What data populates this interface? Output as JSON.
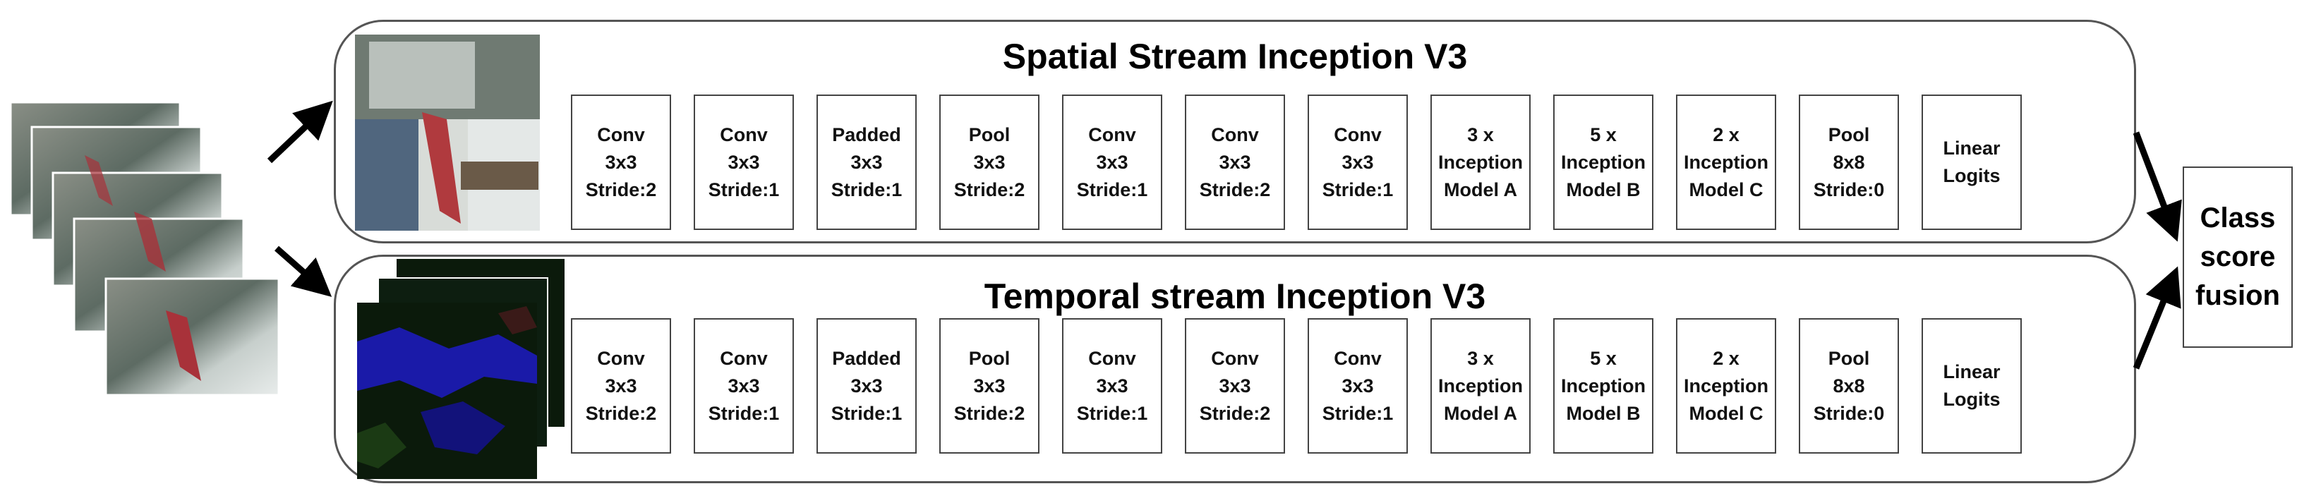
{
  "spatial": {
    "title": "Spatial Stream Inception V3",
    "layers": [
      "Conv\n3x3\nStride:2",
      "Conv\n3x3\nStride:1",
      "Padded\n3x3\nStride:1",
      "Pool\n3x3\nStride:2",
      "Conv\n3x3\nStride:1",
      "Conv\n3x3\nStride:2",
      "Conv\n3x3\nStride:1",
      "3 x\nInception\nModel A",
      "5 x\nInception\nModel B",
      "2 x\nInception\nModel C",
      "Pool\n8x8\nStride:0",
      "Linear\nLogits"
    ]
  },
  "temporal": {
    "title": "Temporal stream Inception V3",
    "layers": [
      "Conv\n3x3\nStride:2",
      "Conv\n3x3\nStride:1",
      "Padded\n3x3\nStride:1",
      "Pool\n3x3\nStride:2",
      "Conv\n3x3\nStride:1",
      "Conv\n3x3\nStride:2",
      "Conv\n3x3\nStride:1",
      "3 x\nInception\nModel A",
      "5 x\nInception\nModel B",
      "2 x\nInception\nModel C",
      "Pool\n8x8\nStride:0",
      "Linear\nLogits"
    ]
  },
  "fusion": {
    "label": "Class\nscore\nfusion"
  },
  "colors": {
    "panel_border": "#555555",
    "arrow": "#000000",
    "flow_bg": "#0b1a0b",
    "flow_blue": "#1a1aa8",
    "rgb_floor": "#cfd6d4"
  },
  "icons": {
    "input_frames": "video-frame-stack",
    "spatial_image": "rgb-frame",
    "temporal_image": "optical-flow-stack"
  }
}
